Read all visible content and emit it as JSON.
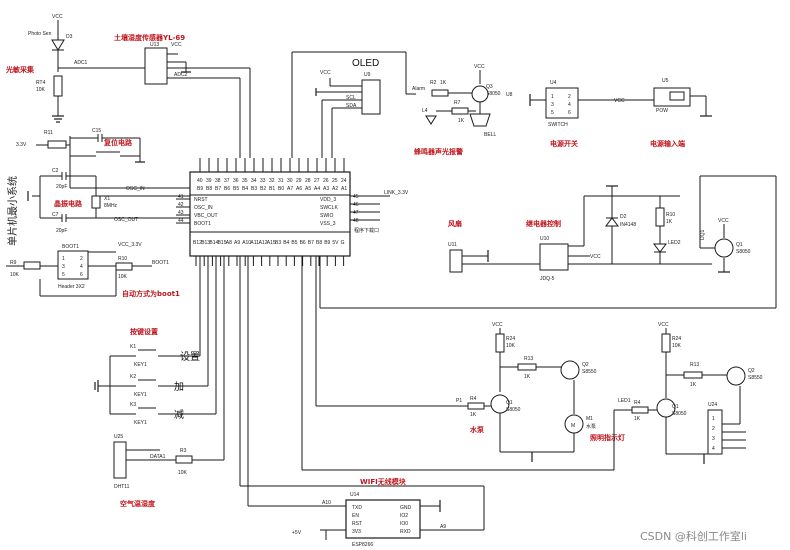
{
  "title_oled": "OLED",
  "mcu": {
    "label_left": "单片机最小系统",
    "pins_left": [
      "NRST",
      "OSC_IN",
      "VBC_OUT",
      "BOOT1"
    ],
    "pins_right": [
      "VDD_3",
      "SWCLK",
      "SWIO",
      "VSS_3"
    ],
    "pins_top": [
      "40",
      "39",
      "38",
      "37",
      "36",
      "35",
      "34",
      "33",
      "32",
      "31",
      "30",
      "29",
      "28",
      "27",
      "26",
      "25",
      "24"
    ],
    "pins_top_names": [
      "B9",
      "B8",
      "B7",
      "B6",
      "B5",
      "B4",
      "B3",
      "B2",
      "B1",
      "B0",
      "A7",
      "A6",
      "A5",
      "A4",
      "A3",
      "A2",
      "A1"
    ],
    "pins_bottom": [
      "B12",
      "B13",
      "B14",
      "B15",
      "A8",
      "A9",
      "A10",
      "A11",
      "A12",
      "A15",
      "B3",
      "B4",
      "B5",
      "B6",
      "B7",
      "B8",
      "B9",
      "5V",
      "G"
    ],
    "pin_nums_left": [
      "41",
      "42",
      "43",
      "44"
    ],
    "pin_nums_right": [
      "45",
      "46",
      "47",
      "48"
    ]
  },
  "labels": {
    "vcc": "VCC",
    "photo_sen": "Photo Sen",
    "d3": "D3",
    "light_sample": "光敏采集",
    "rt4": "RT4",
    "r10k": "10K",
    "adc1": "ADC1",
    "soil": "土壤湿度传感器YL-69",
    "u13": "U13",
    "adc2": "ADC2",
    "r11": "R11",
    "v33": "3.3V",
    "c15": "C15",
    "reset_circuit": "复位电路",
    "c2": "C2",
    "pf20": "20pF",
    "osc_in": "OSC_IN",
    "x1": "X1",
    "mhz": "8MHz",
    "crystal": "晶振电路",
    "c7": "C7",
    "osc_out": "OSC_OUT",
    "boot1_title": "BOOT1",
    "vcc33": "VCC_3.3V",
    "r9": "R9",
    "r10": "R10",
    "boot1": "BOOT1",
    "header": "Header 3X2",
    "auto_boot": "自动方式为boot1",
    "key_set": "按键设置",
    "k1": "K1",
    "k2": "K2",
    "k3": "K3",
    "key1": "KEY1",
    "set": "设置",
    "add": "加",
    "sub": "减",
    "u25": "U25",
    "data1": "DATA1",
    "r3": "R3",
    "dht11": "DHT11",
    "air": "空气温湿度",
    "wifi": "WIFI无线模块",
    "u14": "U14",
    "txd": "TXD",
    "en": "EN",
    "rst": "RST",
    "v33b": "3V3",
    "gnd": "GND",
    "io2": "IO2",
    "io0": "IO0",
    "rxd": "RXD",
    "esp": "ESP8266",
    "a10": "A10",
    "a9": "A9",
    "v5": "+5V",
    "u9": "U9",
    "scl": "SCL",
    "sda": "SDA",
    "alarm": "Alarm",
    "r2": "R2",
    "k1r": "1K",
    "l4": "L4",
    "r7": "R7",
    "q3": "Q3",
    "s8050": "S8050",
    "u8": "U8",
    "bell": "BELL",
    "buzzer": "蜂鸣器声光报警",
    "u4": "U4",
    "switch": "SWITCH",
    "power_switch": "电源开关",
    "u5": "U5",
    "pow": "POW",
    "power_in": "电源输入端",
    "link": "LINK_3.3V",
    "pin_down": "程序下载口",
    "fan": "风扇",
    "u11": "U11",
    "relay": "继电器控制",
    "u10": "U10",
    "jdq": "JDQ-5",
    "d2": "D2",
    "in4148": "IN4148",
    "r10b": "R10",
    "led2": "LED2",
    "q1": "Q1",
    "dq1": "DQ1",
    "r24": "R24",
    "r13": "R13",
    "q2": "Q2",
    "s8550": "S8550",
    "p1": "P1",
    "r4": "R4",
    "pump": "水泵",
    "m1": "M1",
    "ill": "照明指示灯",
    "led1": "LED1",
    "u24": "U24",
    "pump2": "水泵"
  },
  "watermark": "CSDN @科创工作室li"
}
